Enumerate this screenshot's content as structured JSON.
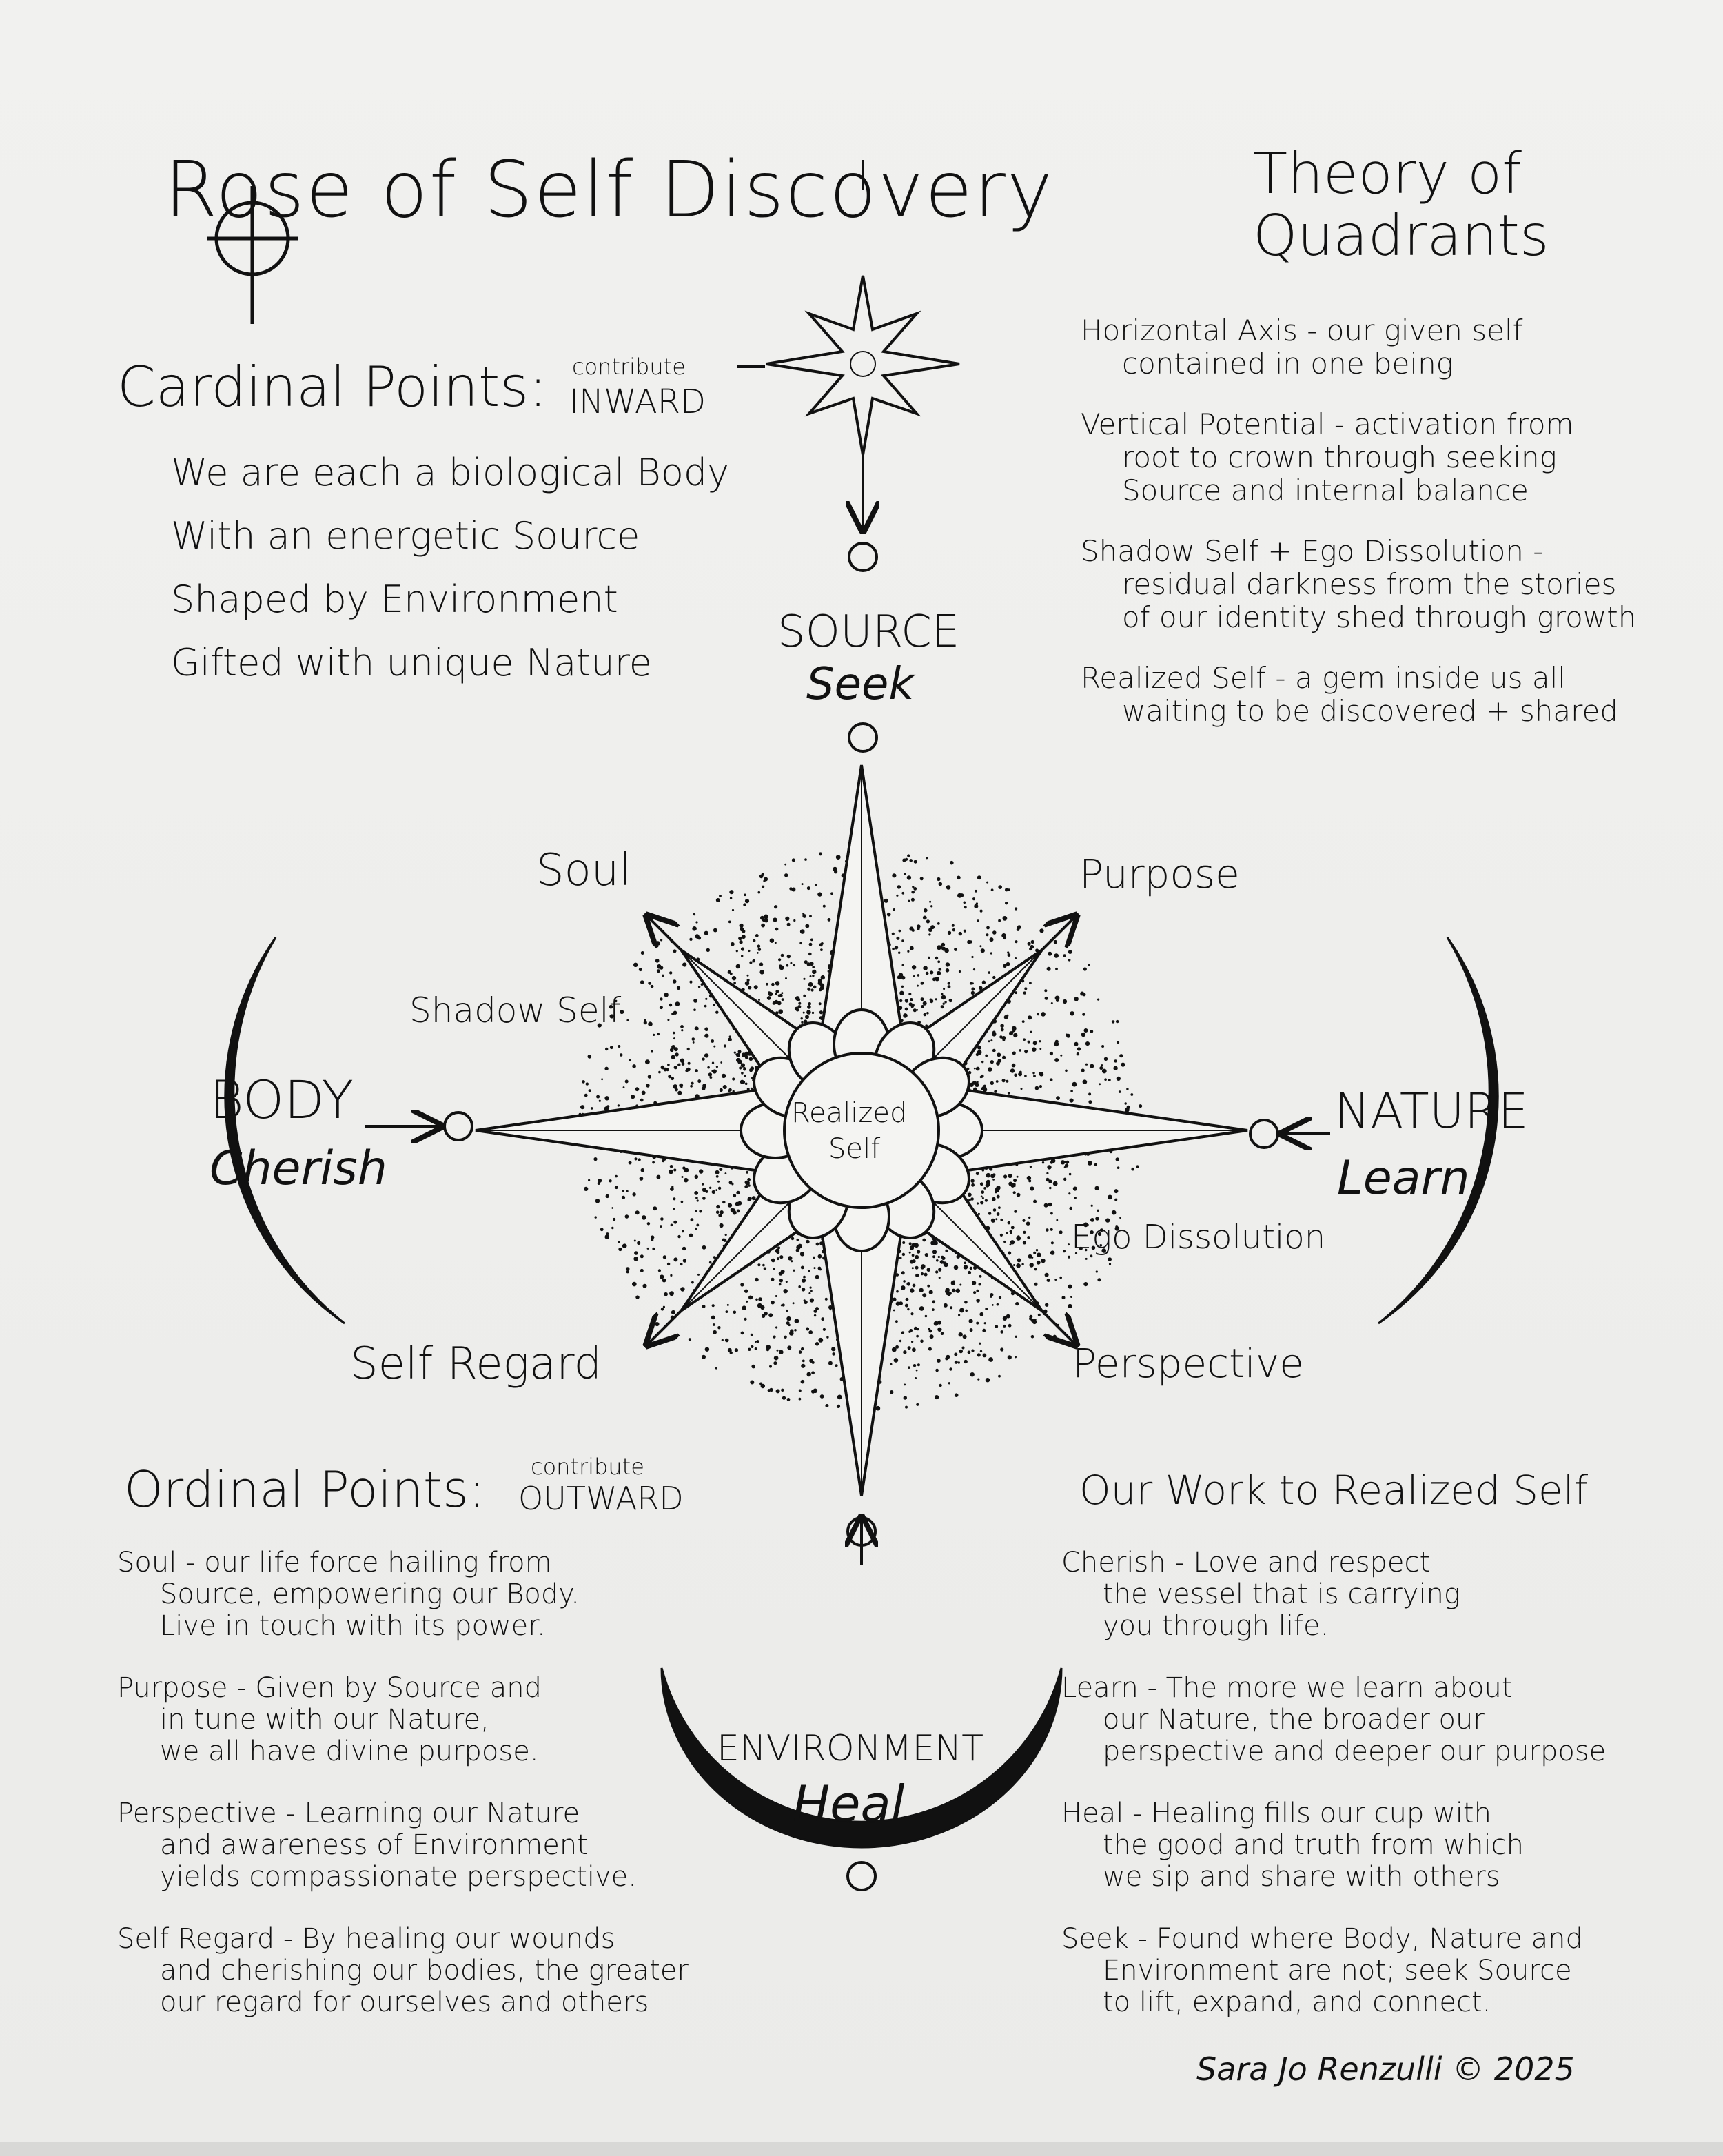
{
  "title": {
    "main": "Rose of Self Discovery",
    "subtitle_line1": "Theory of",
    "subtitle_line2": "Quadrants"
  },
  "cardinal": {
    "heading": "Cardinal Points:",
    "contribute": "contribute",
    "direction": "INWARD",
    "lines": [
      "We are each a biological Body",
      "With an energetic Source",
      "Shaped by Environment",
      "Gifted with unique Nature"
    ]
  },
  "quadrants": {
    "items": [
      [
        "Horizontal Axis - our given self",
        "contained in one being"
      ],
      [
        "Vertical Potential - activation from",
        "root to crown through seeking",
        "Source and internal balance"
      ],
      [
        "Shadow Self + Ego Dissolution -",
        "residual darkness from the stories",
        "of our identity shed through growth"
      ],
      [
        "Realized Self - a gem inside us all",
        "waiting to be discovered + shared"
      ]
    ]
  },
  "compass": {
    "source": "SOURCE",
    "source_verb": "Seek",
    "body": "BODY",
    "body_verb": "Cherish",
    "nature": "NATURE",
    "nature_verb": "Learn",
    "environment": "ENVIRONMENT",
    "environment_verb": "Heal",
    "soul": "Soul",
    "purpose": "Purpose",
    "self_regard": "Self Regard",
    "perspective": "Perspective",
    "shadow_self": "Shadow Self",
    "ego_dissolution": "Ego Dissolution",
    "center_line1": "Realized",
    "center_line2": "Self"
  },
  "ordinal": {
    "heading": "Ordinal Points:",
    "contribute": "contribute",
    "direction": "OUTWARD",
    "items": [
      [
        "Soul - our life force hailing from",
        "Source, empowering our Body.",
        "Live in touch with its power."
      ],
      [
        "Purpose - Given by Source and",
        "in tune with our Nature,",
        "we all have divine purpose."
      ],
      [
        "Perspective - Learning our Nature",
        "and awareness of Environment",
        "yields compassionate perspective."
      ],
      [
        "Self Regard - By healing our wounds",
        "and cherishing our bodies, the greater",
        "our regard for ourselves and others"
      ]
    ]
  },
  "work": {
    "heading": "Our Work to Realized Self",
    "items": [
      [
        "Cherish - Love and respect",
        "the vessel that is carrying",
        "you through life."
      ],
      [
        "Learn - The more we learn about",
        "our Nature, the broader our",
        "perspective and deeper our purpose"
      ],
      [
        "Heal - Healing fills our cup with",
        "the good and truth from which",
        "we sip and share with others"
      ],
      [
        "Seek - Found where Body, Nature and",
        "Environment are not; seek Source",
        "to lift, expand, and connect."
      ]
    ]
  },
  "signature": "Sara Jo Renzulli © 2025"
}
